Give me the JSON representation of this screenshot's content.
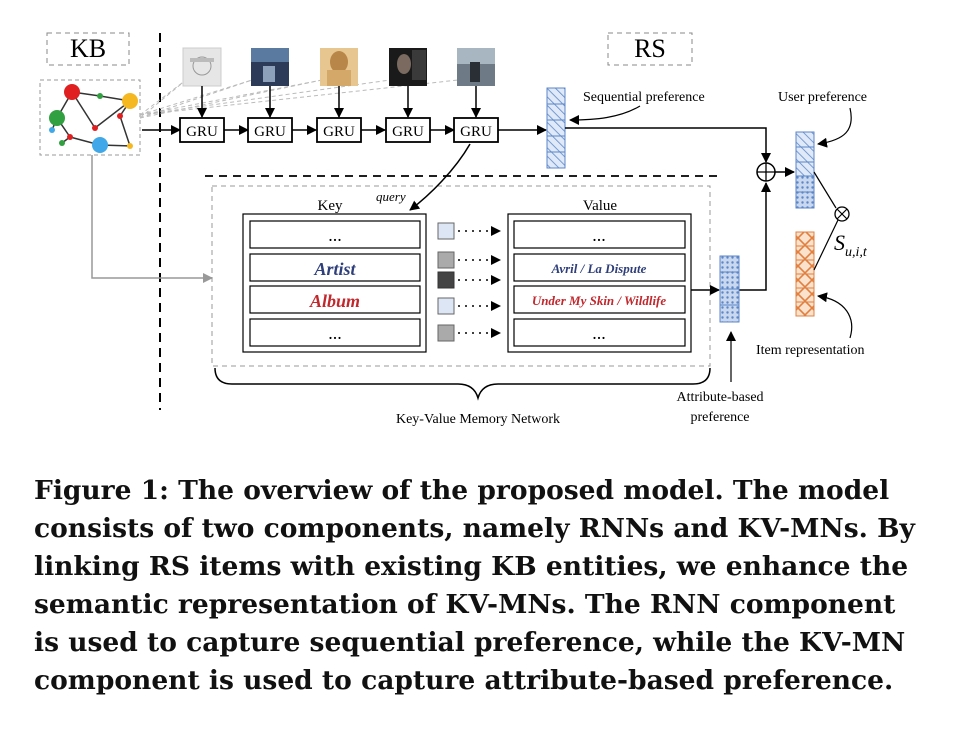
{
  "diagram": {
    "kb_label": "KB",
    "rs_label": "RS",
    "gru_label": "GRU",
    "sequential_preference": "Sequential preference",
    "user_preference": "User preference",
    "item_representation": "Item representation",
    "score_symbol": "S",
    "score_subscript": "u,i,t",
    "query_label": "query",
    "key_header": "Key",
    "value_header": "Value",
    "key_rows": [
      "...",
      "Artist",
      "Album",
      "..."
    ],
    "value_rows": [
      "...",
      "Avril / La Dispute",
      "Under My Skin / Wildlife",
      "..."
    ],
    "kvmn_label": "Key-Value Memory Network",
    "attr_pref_line1": "Attribute-based",
    "attr_pref_line2": "preference",
    "colors": {
      "artist_text": "#2f3f7a",
      "album_text": "#c0282d",
      "red_node": "#e02020",
      "yellow_node": "#f5b820",
      "green_node": "#30a040",
      "blue_node": "#40a8e8",
      "vector_blue": "#5b86c8",
      "vector_orange": "#e08040"
    }
  },
  "caption": {
    "lines": [
      "Figure 1: The overview of the proposed model. The model",
      "consists of two components, namely RNNs and KV-MNs. By",
      "linking RS items with existing KB entities, we enhance the",
      "semantic representation of KV-MNs. The RNN component",
      "is used to capture sequential preference, while the KV-MN",
      "component is used to capture attribute-based preference."
    ]
  }
}
